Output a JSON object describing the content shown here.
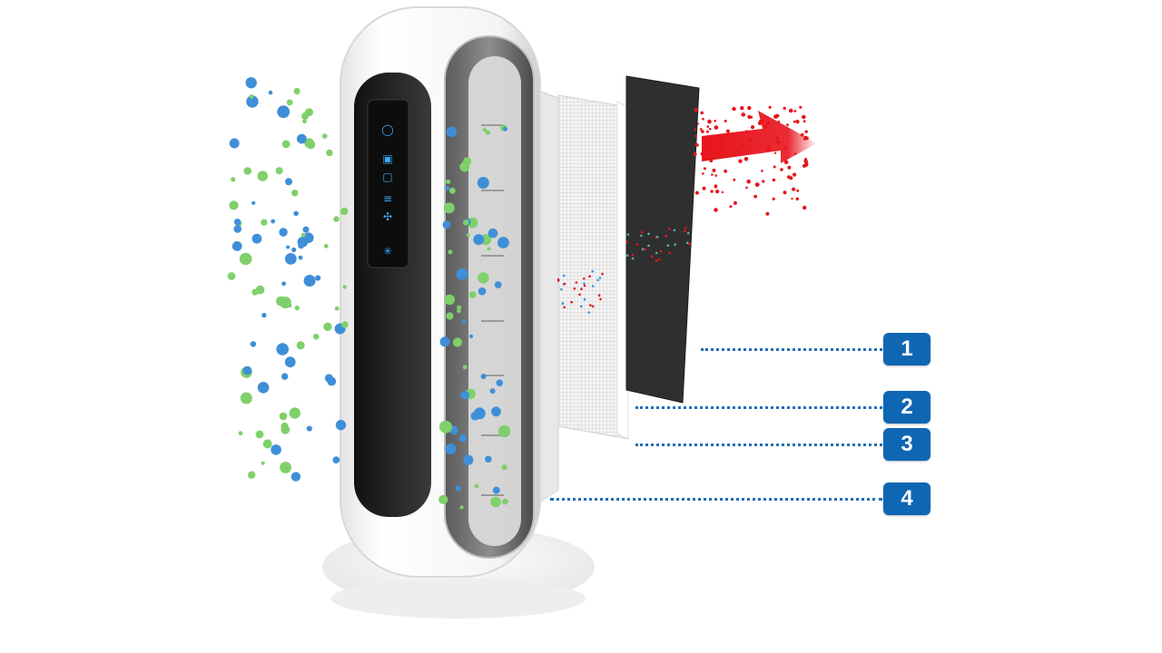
{
  "callouts": [
    {
      "label": "1"
    },
    {
      "label": "2"
    },
    {
      "label": "3"
    },
    {
      "label": "4"
    }
  ],
  "colors": {
    "callout_blue": "#0f66b3",
    "leader_blue": "#1f6fb8",
    "particle_blue": "#3f8fd8",
    "particle_green": "#7fd06a",
    "particle_red": "#e8141c",
    "filter_dark": "#2f2f2f",
    "hepa_white": "#f2f2f2",
    "housing_white": "#f7f7f7",
    "panel_black": "#1c1c1c"
  },
  "icons": {
    "panel": [
      "power-icon",
      "auto-icon",
      "sleep-icon",
      "bars-icon",
      "fan-icon",
      "light-icon"
    ]
  }
}
